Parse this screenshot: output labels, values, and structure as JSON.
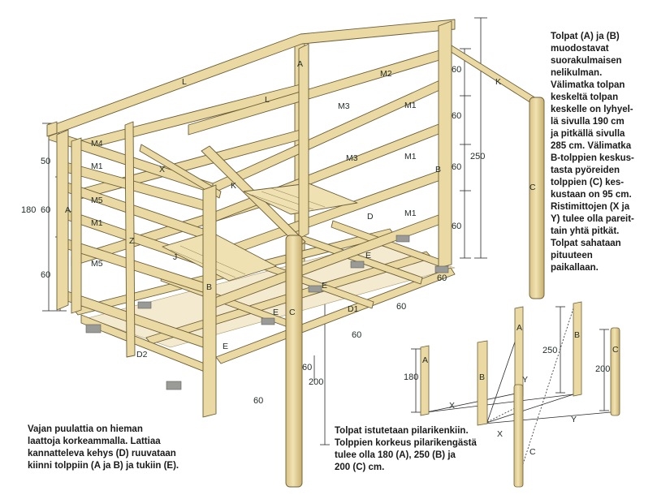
{
  "captions": {
    "right": "Tolpat (A) ja (B)\nmuodostavat\nsuorakulmaisen\nnelikulman.\nVälimatka tolpan\nkeskeltä tolpan\nkeskelle on lyhyel-\nlä sivulla 190 cm\nja pitkällä sivulla\n285 cm. Välimatka\nB-tolppien keskus-\ntasta pyöreiden\ntolppien (C) kes-\nkustaan on 95 cm.\nRistimittojen (X ja\nY) tulee olla pareit-\ntain yhtä pitkät.\nTolpat sahataan\npituuteen\npaikallaan.",
    "left": "Vajan puulattia on hieman\nlaattoja korkeammalla. Lattiaa\nkannatteleva kehys (D) ruuvataan\nkiinni tolppiin (A ja B) ja tukiin (E).",
    "bottom": "Tolpat istutetaan pilarikenkiin.\nTolppien korkeus pilarikengästä\ntulee olla 180 (A), 250 (B) ja\n200 (C) cm."
  },
  "part_labels": {
    "A": "A",
    "B": "B",
    "C": "C",
    "D": "D",
    "D1": "D1",
    "D2": "D2",
    "E": "E",
    "J": "J",
    "K": "K",
    "L": "L",
    "M1": "M1",
    "M2": "M2",
    "M3": "M3",
    "M4": "M4",
    "M5": "M5",
    "X": "X",
    "Y": "Y",
    "Z": "Z"
  },
  "dimensions": {
    "left_total": "180",
    "left_50": "50",
    "left_60a": "60",
    "left_60b": "60",
    "right_total": "250",
    "right_60": "60",
    "post_c": "200",
    "post_c_60": "60",
    "base_60": "60",
    "post_a": "180",
    "post_b": "250",
    "post_c_small": "200"
  },
  "colors": {
    "wood": "#ead9a2",
    "wood_dark": "#cdb577",
    "outline": "#6b5d38",
    "text": "#1f2a26",
    "concrete": "#9a9a96"
  }
}
